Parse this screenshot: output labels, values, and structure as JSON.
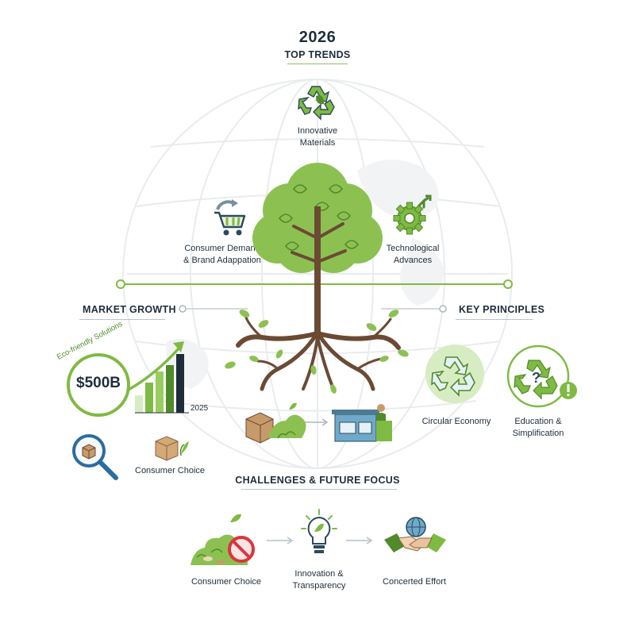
{
  "header": {
    "year": "2026",
    "subtitle": "TOP TRENDS"
  },
  "top_trends": [
    {
      "label_line1": "Innovative",
      "label_line2": "Materials",
      "icon": "recycle-icon"
    },
    {
      "label_line1": "Consumer Demand",
      "label_line2": "& Brand Adappation",
      "icon": "shopping-cart-icon"
    },
    {
      "label_line1": "Technological",
      "label_line2": "Advances",
      "icon": "gear-icon"
    }
  ],
  "market_growth": {
    "title": "MARKET GROWTH",
    "circle_text": "Eco-friendly Solutions",
    "value": "$500B",
    "year_label": "2025",
    "consumer_choice": "Consumer Choice"
  },
  "key_principles": {
    "title": "KEY PRINCIPLES",
    "items": [
      {
        "label_line1": "Circular Economy",
        "label_line2": ""
      },
      {
        "label_line1": "Education &",
        "label_line2": "Simplification"
      }
    ]
  },
  "challenges": {
    "title": "CHALLENGES & FUTURE FOCUS",
    "items": [
      {
        "label_line1": "Consumer Choice",
        "label_line2": ""
      },
      {
        "label_line1": "Innovation &",
        "label_line2": "Transparency"
      },
      {
        "label_line1": "Concerted Effort",
        "label_line2": ""
      }
    ]
  },
  "colors": {
    "green": "#7fba42",
    "dark_green": "#4f8a2b",
    "navy": "#1f2d3a",
    "brown": "#6b4a34",
    "blue": "#2b6c9e",
    "red": "#d9363e"
  }
}
